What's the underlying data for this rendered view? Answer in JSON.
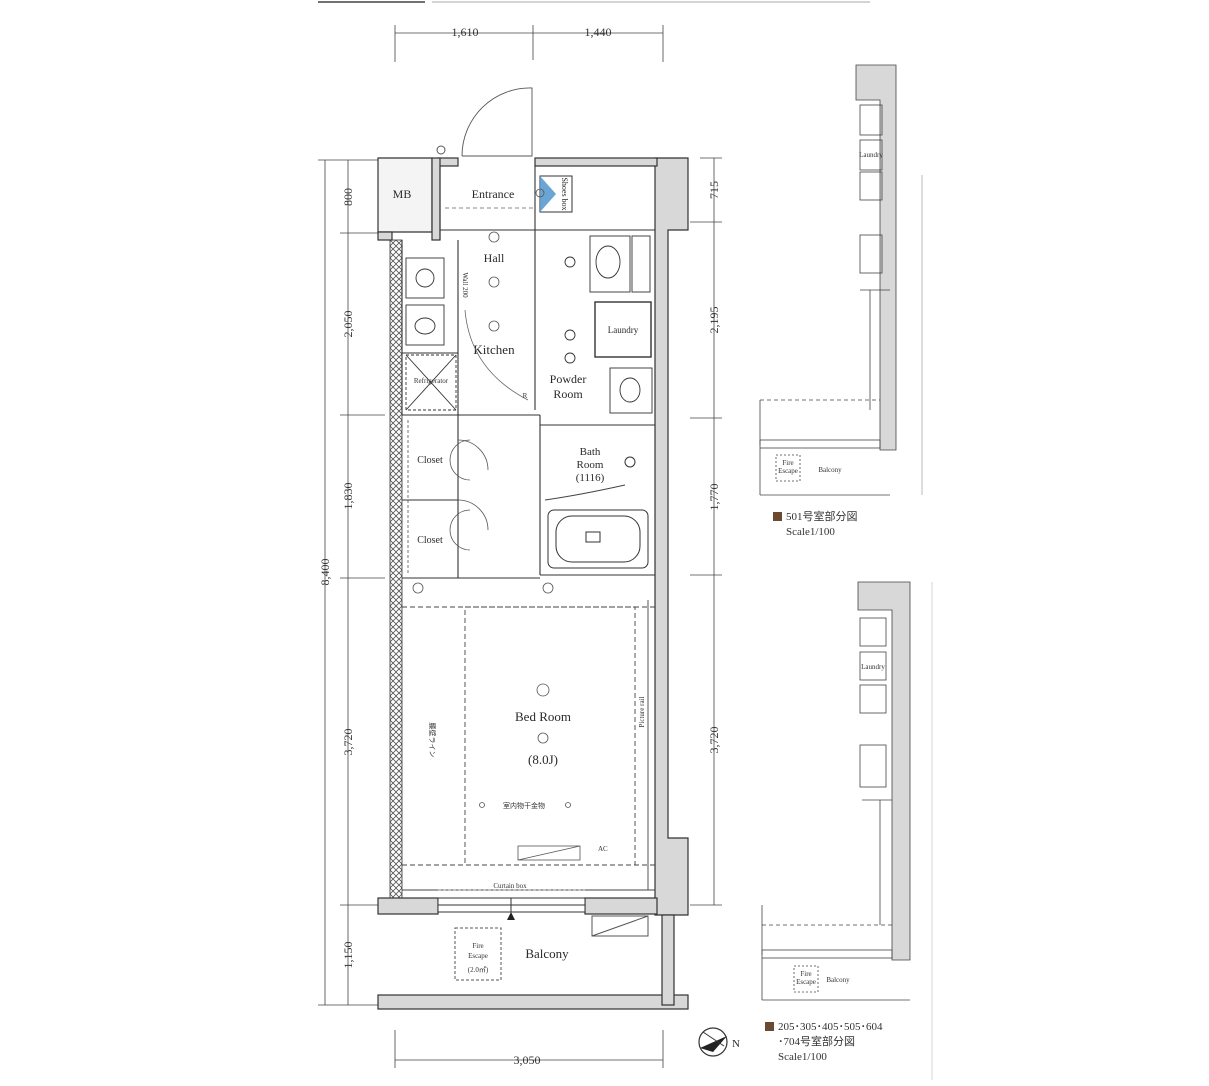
{
  "dimensions": {
    "top": [
      "1,610",
      "1,440"
    ],
    "bottom": "3,050",
    "left": [
      "800",
      "2,050",
      "1,830",
      "3,720",
      "1,150"
    ],
    "left_total": "8,400",
    "right": [
      "715",
      "2,195",
      "1,770",
      "3,720"
    ]
  },
  "rooms": {
    "mb": "MB",
    "entrance": "Entrance",
    "shoes_box": "Shoes box",
    "hall": "Hall",
    "kitchen": "Kitchen",
    "wall_note": "Wall 200",
    "laundry": "Laundry",
    "powder": [
      "Powder",
      "Room"
    ],
    "bath": [
      "Bath",
      "Room",
      "(1116)"
    ],
    "refrigerator": "Refrigerator",
    "closet1": "Closet",
    "closet2": "Closet",
    "bedroom": "Bed Room",
    "bedroom_size": "(8.0J)",
    "bedroom_note": "室内物干金物",
    "left_wall_note": "腰壁ライン",
    "picture_rail": "Picture rail",
    "curtain_box": "Curtain box",
    "ac": "AC",
    "balcony": "Balcony",
    "fire_escape": [
      "Fire",
      "Escape"
    ],
    "fire_escape_size": "(2.0㎡)"
  },
  "inset1": {
    "label": "501号室部分図",
    "scale": "Scale1/100",
    "laundry": "Laundry",
    "balcony": "Balcony",
    "fire_escape": [
      "Fire",
      "Escape"
    ]
  },
  "inset2": {
    "label_line1": "205･305･405･505･604",
    "label_line2": "･704号室部分図",
    "scale": "Scale1/100",
    "laundry": "Laundry",
    "balcony": "Balcony",
    "fire_escape": [
      "Fire",
      "Escape"
    ]
  },
  "compass": {
    "north_letter": "N"
  },
  "colors": {
    "line": "#333333",
    "wall_fill": "#d8d8d8",
    "legend_swatch": "#6b4a32"
  }
}
